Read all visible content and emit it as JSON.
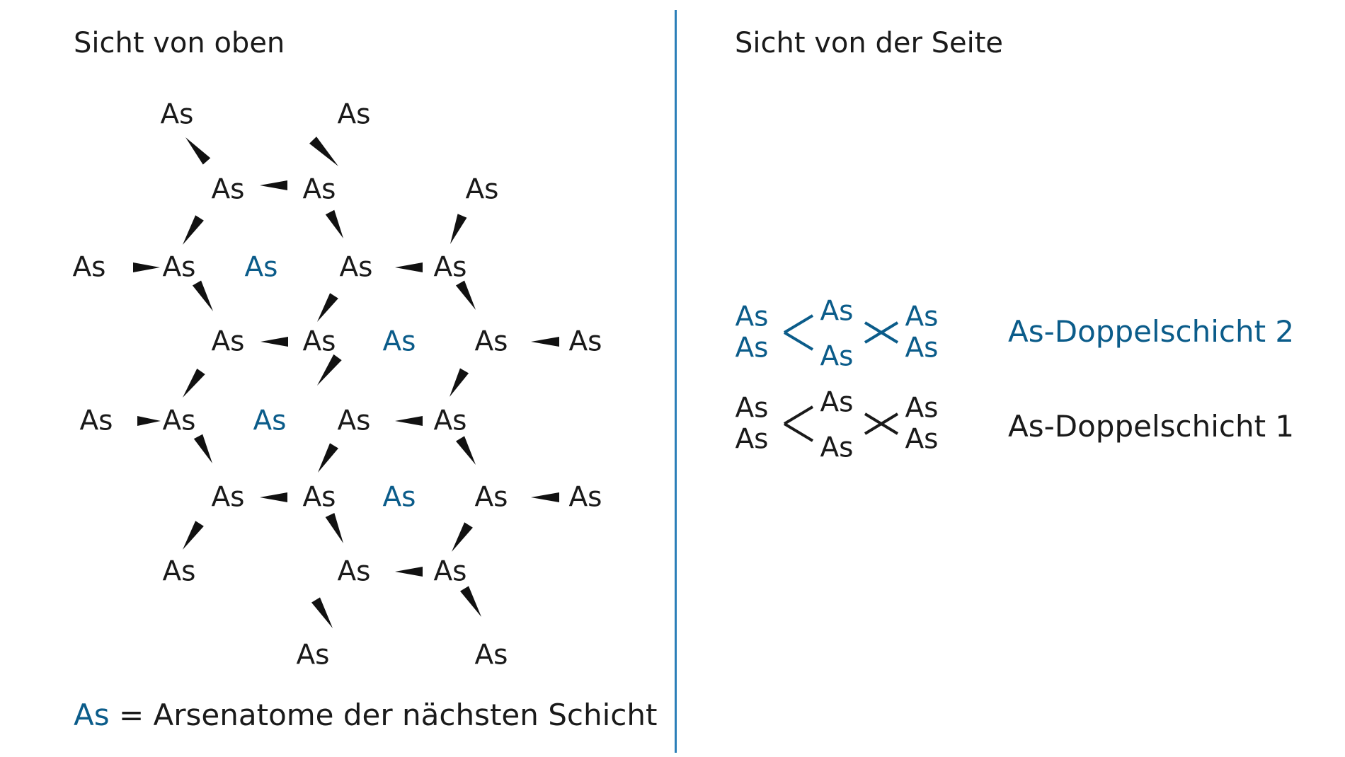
{
  "colors": {
    "accent": "#0b5c8a",
    "text": "#1a1a1a",
    "divider": "#2b7fb8"
  },
  "left_title": "Sicht von oben",
  "right_title": "Sicht von der Seite",
  "atom_label": "As",
  "legend": {
    "symbol": "As",
    "text": "= Arsenatome der nächsten Schicht"
  },
  "layers": [
    {
      "label": "As-Doppelschicht 2",
      "highlight": true
    },
    {
      "label": "As-Doppelschicht 1",
      "highlight": false
    }
  ]
}
